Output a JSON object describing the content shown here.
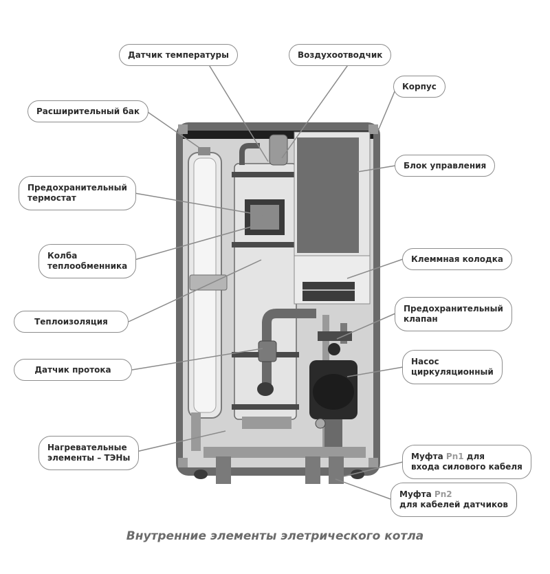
{
  "labels": {
    "temp_sensor": "Датчик температуры",
    "air_vent": "Воздухоотводчик",
    "housing": "Корпус",
    "expansion_tank": "Расширительный бак",
    "control_unit": "Блок управления",
    "safety_thermostat_1": "Предохранительный",
    "safety_thermostat_2": "термостат",
    "heat_exchanger_1": "Колба",
    "heat_exchanger_2": "теплообменника",
    "terminal_block": "Клеммная колодка",
    "insulation": "Теплоизоляция",
    "safety_valve_1": "Предохранительный",
    "safety_valve_2": "клапан",
    "flow_sensor": "Датчик протока",
    "pump_1": "Насос",
    "pump_2": "циркуляционный",
    "heating_elements_1": "Нагревательные",
    "heating_elements_2": "элементы – ТЭНы",
    "coupling_pn1_a": "Муфта ",
    "coupling_pn1_code": "Pn1",
    "coupling_pn1_b": " для",
    "coupling_pn1_c": "входа силового кабеля",
    "coupling_pn2_a": "Муфта ",
    "coupling_pn2_code": "Pn2",
    "coupling_pn2_b": "для кабелей датчиков"
  },
  "caption": "Внутренние элементы элетрического котла",
  "colors": {
    "housing_frame": "#5a5a5a",
    "panel": "#cfcfcf",
    "control_box": "#6e6e6e",
    "pump": "#2a2a2a",
    "leader": "#8a8a8a",
    "accent_text": "#9a9a9a"
  }
}
